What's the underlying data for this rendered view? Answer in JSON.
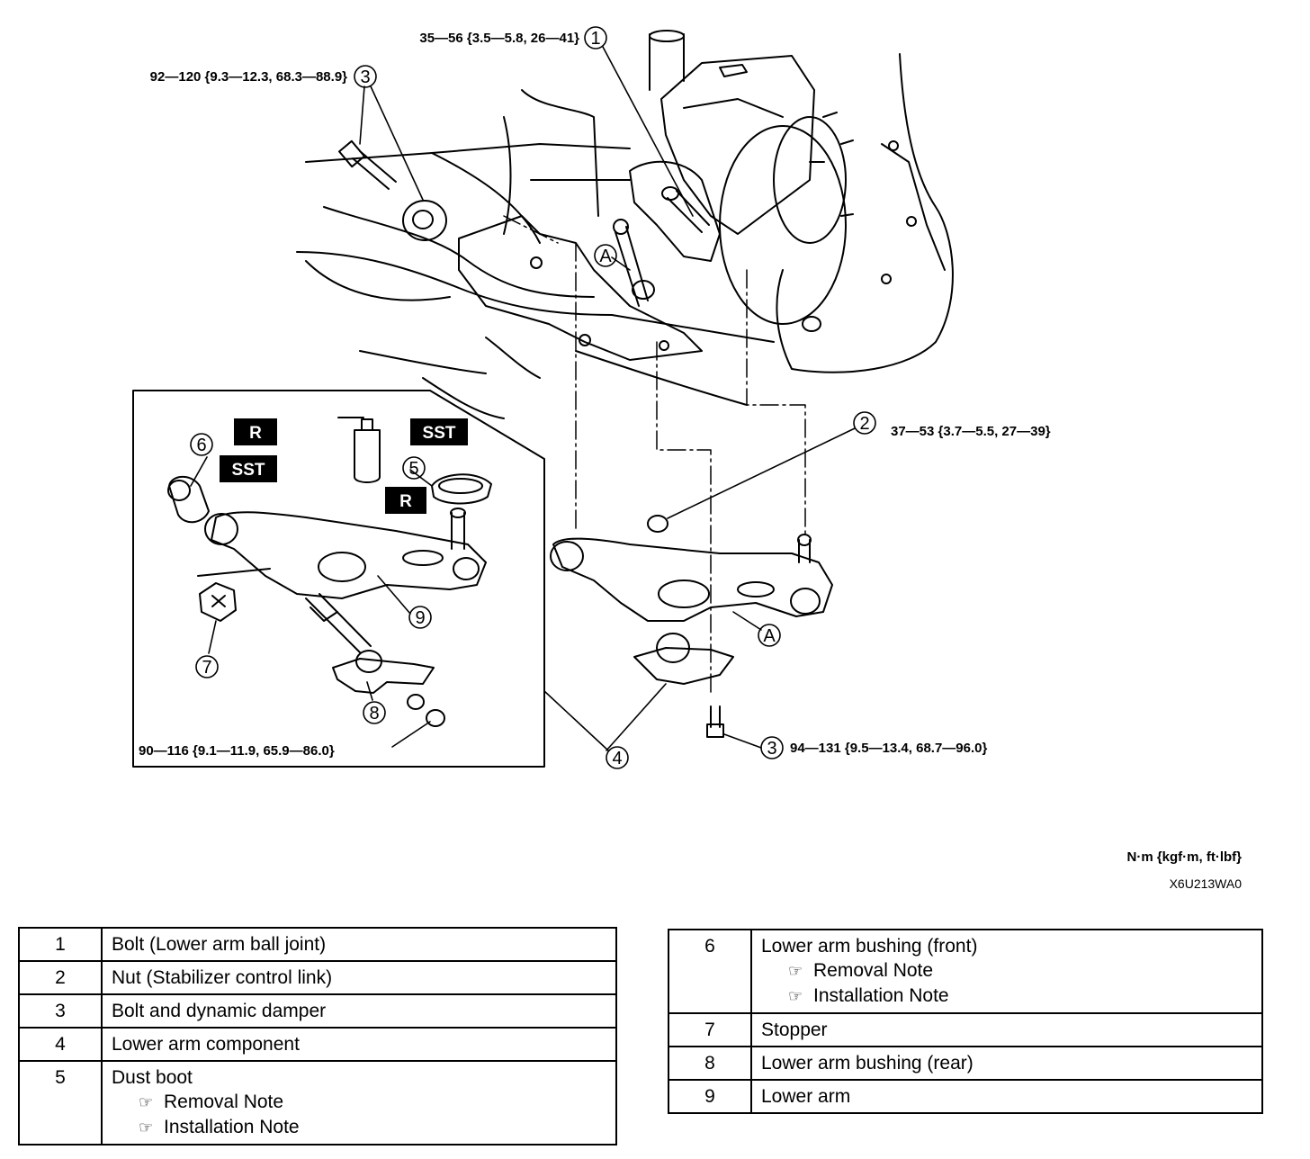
{
  "torque_labels": {
    "t1": "35—56 {3.5—5.8, 26—41}",
    "t3a": "92—120 {9.3—12.3, 68.3—88.9}",
    "t2": "37—53 {3.7—5.5, 27—39}",
    "t3b": "94—131 {9.5—13.4, 68.7—96.0}",
    "t_inset": "90—116 {9.1—11.9, 65.9—86.0}"
  },
  "callouts": {
    "c1": "1",
    "c2": "2",
    "c3": "3",
    "c4": "4",
    "c5": "5",
    "c6": "6",
    "c7": "7",
    "c8": "8",
    "c9": "9",
    "cA": "A"
  },
  "tool_labels": {
    "r": "R",
    "sst": "SST"
  },
  "units": "N·m {kgf·m, ft·lbf}",
  "figure_id": "X6U213WA0",
  "note_icon": "☞",
  "legend": {
    "left": [
      {
        "num": "1",
        "name": "Bolt (Lower arm ball joint)",
        "notes": []
      },
      {
        "num": "2",
        "name": "Nut (Stabilizer control link)",
        "notes": []
      },
      {
        "num": "3",
        "name": "Bolt and dynamic damper",
        "notes": []
      },
      {
        "num": "4",
        "name": "Lower arm component",
        "notes": []
      },
      {
        "num": "5",
        "name": "Dust boot",
        "notes": [
          "Removal Note",
          "Installation Note"
        ]
      }
    ],
    "right": [
      {
        "num": "6",
        "name": "Lower arm bushing (front)",
        "notes": [
          "Removal Note",
          "Installation Note"
        ]
      },
      {
        "num": "7",
        "name": "Stopper",
        "notes": []
      },
      {
        "num": "8",
        "name": "Lower arm bushing (rear)",
        "notes": []
      },
      {
        "num": "9",
        "name": "Lower arm",
        "notes": []
      }
    ]
  }
}
